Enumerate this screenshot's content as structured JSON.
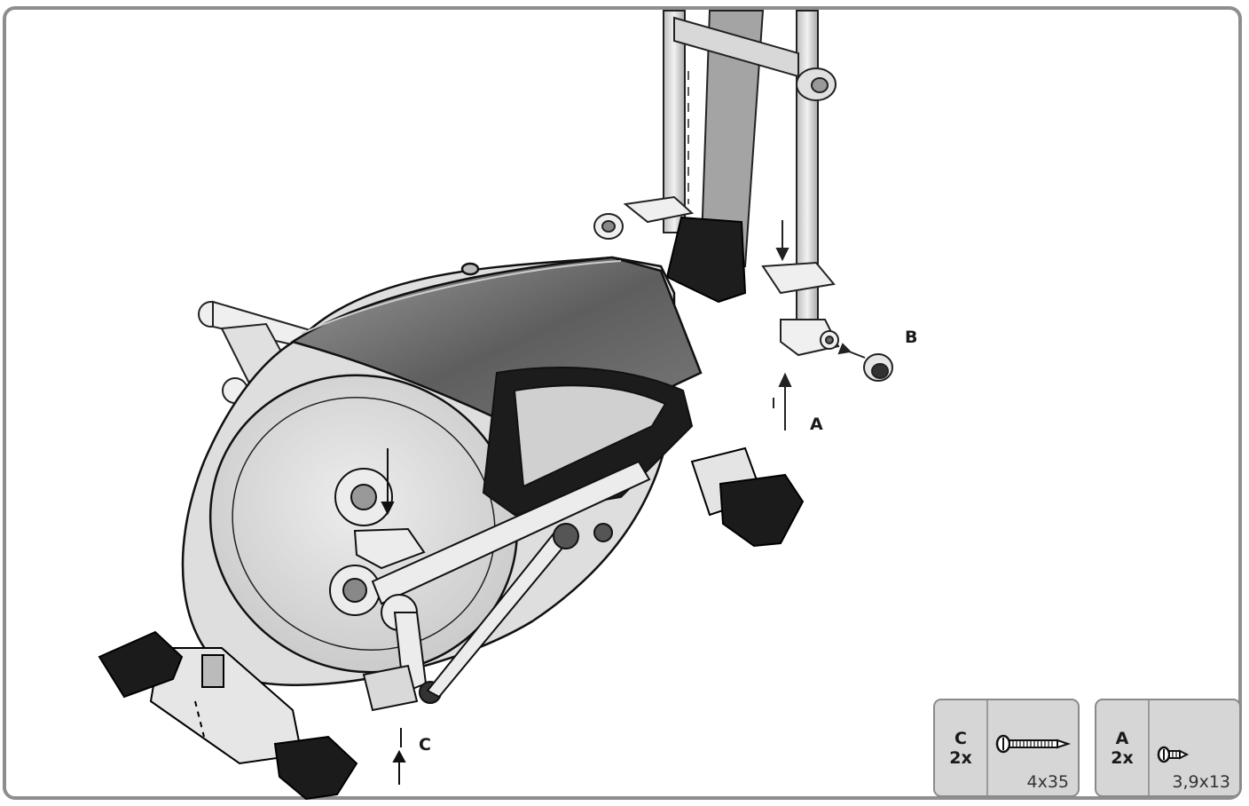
{
  "callouts": {
    "a": "A",
    "b": "B",
    "c": "C"
  },
  "parts": [
    {
      "letter": "C",
      "qty": "2x",
      "size": "4x35",
      "icon": "long-screw-icon"
    },
    {
      "letter": "A",
      "qty": "2x",
      "size": "3,9x13",
      "icon": "short-screw-icon"
    }
  ],
  "colors": {
    "frame_border": "#8e8e8e",
    "part_box_fill": "#d6d6d6",
    "cover_dark": "#6a6a6a",
    "pedal_black": "#1b1b1b"
  }
}
